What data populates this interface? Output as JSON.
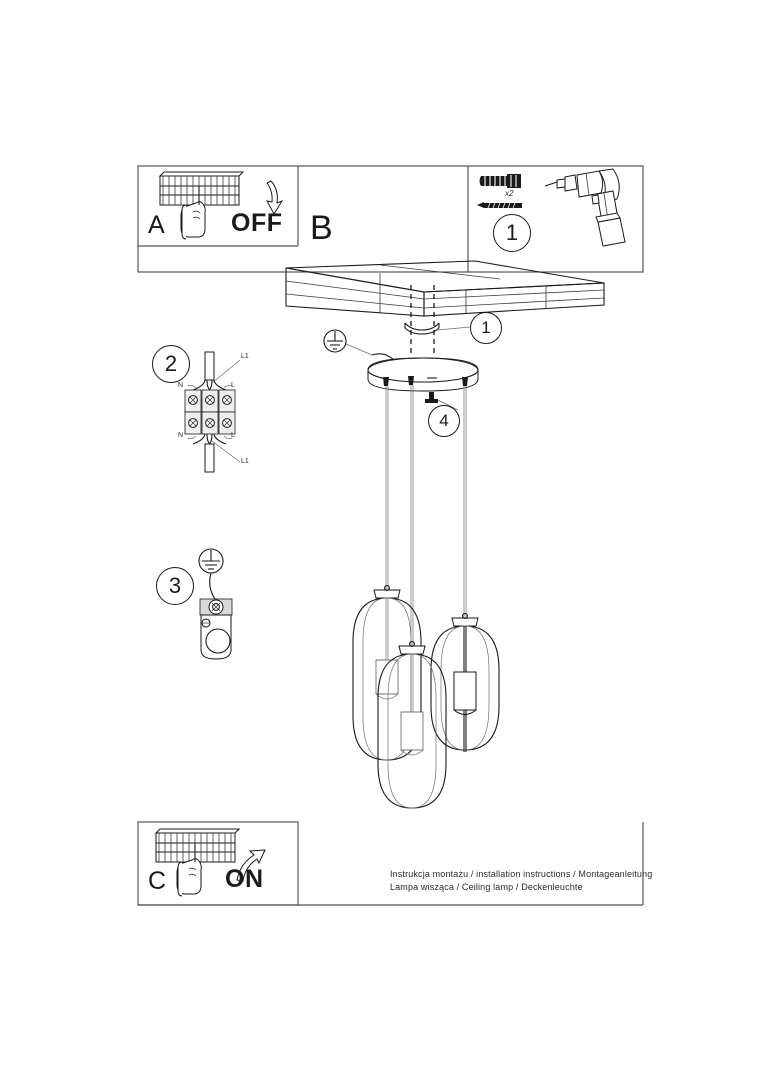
{
  "document": {
    "type": "installation-instruction-sheet",
    "captions": [
      "Instrukcja montażu / installation instructions / Montageanleitung",
      "Lampa wisząca / Ceiling lamp / Deckenleuchte"
    ]
  },
  "panels": {
    "a": {
      "letter": "A",
      "action_label": "OFF",
      "icon": "fusebox-switch-off-icon"
    },
    "b": {
      "letter": "B"
    },
    "c": {
      "letter": "C",
      "action_label": "ON",
      "icon": "fusebox-switch-on-icon"
    },
    "parts": {
      "step_number": "1",
      "quantity_label": "x2",
      "items": [
        "wall-plug",
        "screw",
        "power-drill"
      ]
    }
  },
  "steps": [
    {
      "number": "1",
      "name": "mount-bracket-step"
    },
    {
      "number": "2",
      "name": "terminal-wiring-step"
    },
    {
      "number": "3",
      "name": "earth-connection-step"
    },
    {
      "number": "4",
      "name": "canopy-setscrew-step"
    }
  ],
  "callouts": {
    "ceiling_bracket": "1",
    "canopy_screw": "4"
  },
  "wiring": {
    "terminals": [
      {
        "left": "N",
        "right": "L"
      },
      {
        "left": "N",
        "right": "L"
      }
    ],
    "leads": [
      "L1",
      "L1"
    ],
    "step_number": "2"
  },
  "earth": {
    "step_number": "3",
    "symbol": "earth-ground-symbol"
  },
  "fixture": {
    "name": "three-pendant-ceiling-lamp",
    "shade_count": 3,
    "shade_shape": "capsule-oval-glass"
  },
  "colors": {
    "line": "#1a1a1a",
    "line_light": "#6e6e6e",
    "frame": "#555555",
    "paper": "#ffffff"
  }
}
